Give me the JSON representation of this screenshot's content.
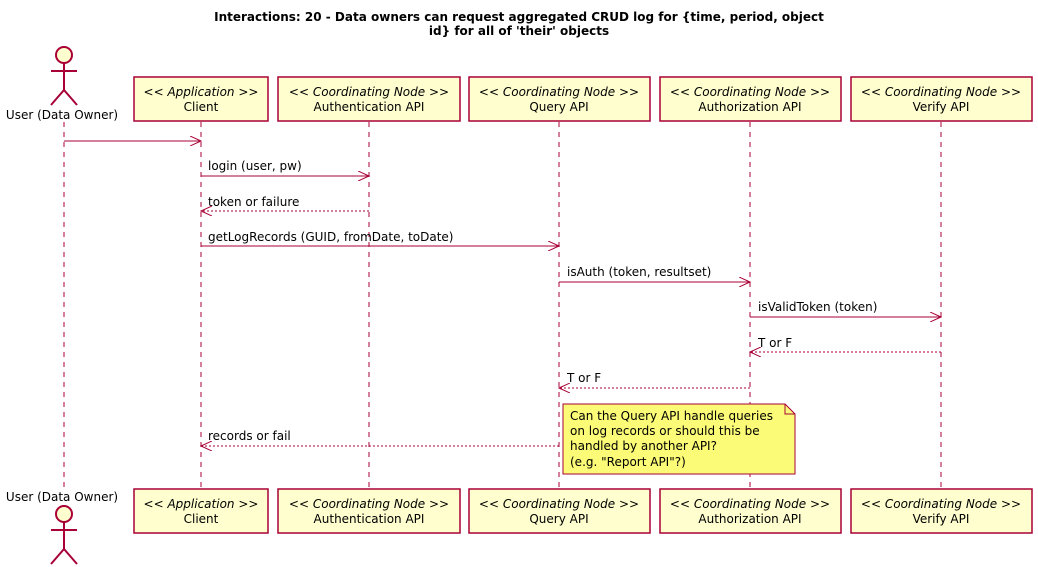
{
  "title": {
    "line1": "Interactions: 20 - Data owners can request aggregated CRUD log for {time, period, object",
    "line2": "id} for all of 'their' objects"
  },
  "actor": {
    "label": "User (Data Owner)"
  },
  "participants": [
    {
      "stereotype": "<< Application >>",
      "name": "Client"
    },
    {
      "stereotype": "<< Coordinating Node >>",
      "name": "Authentication API"
    },
    {
      "stereotype": "<< Coordinating Node >>",
      "name": "Query API"
    },
    {
      "stereotype": "<< Coordinating Node >>",
      "name": "Authorization API"
    },
    {
      "stereotype": "<< Coordinating Node >>",
      "name": "Verify API"
    }
  ],
  "messages": [
    {
      "from": 0,
      "to": 1,
      "label": "",
      "dashed": false
    },
    {
      "from": 1,
      "to": 2,
      "label": "login (user, pw)",
      "dashed": false
    },
    {
      "from": 2,
      "to": 1,
      "label": "token or failure",
      "dashed": true
    },
    {
      "from": 1,
      "to": 3,
      "label": "getLogRecords (GUID, fromDate, toDate)",
      "dashed": false
    },
    {
      "from": 3,
      "to": 4,
      "label": "isAuth (token, resultset)",
      "dashed": false
    },
    {
      "from": 4,
      "to": 5,
      "label": "isValidToken (token)",
      "dashed": false
    },
    {
      "from": 5,
      "to": 4,
      "label": "T or F",
      "dashed": true
    },
    {
      "from": 4,
      "to": 3,
      "label": "T or F",
      "dashed": true
    },
    {
      "from": 3,
      "to": 1,
      "label": "records or fail",
      "dashed": true
    }
  ],
  "note": {
    "lines": [
      "Can the Query API handle queries",
      "on log records or should this be",
      "handled by another API?",
      "(e.g. \"Report API\"?)"
    ]
  },
  "colors": {
    "line": "#A80036",
    "participant_fill": "#FEFECE",
    "note_fill": "#FBFB77"
  }
}
